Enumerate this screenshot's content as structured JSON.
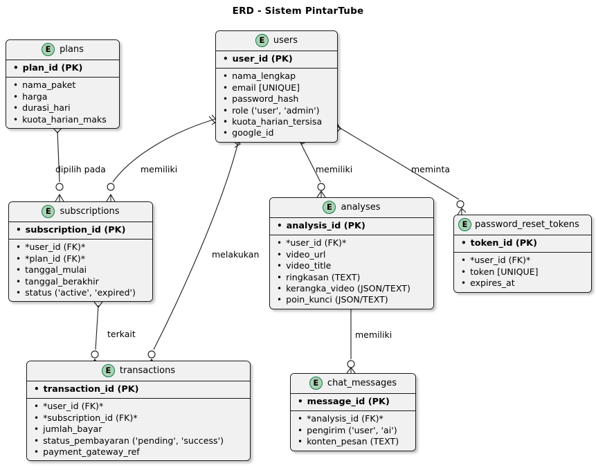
{
  "diagram": {
    "title": "ERD - Sistem PintarTube",
    "type": "entity-relationship-diagram",
    "notation": "crow's foot"
  },
  "colors": {
    "entity_header_bg": "#F1F1F1",
    "entity_border": "#181818",
    "icon_fill": "#ADD1B2",
    "icon_border": "#0B7A4B",
    "background": "#FFFFFF",
    "connector": "#222222"
  },
  "entities": [
    {
      "id": "plans",
      "icon": "E",
      "name": "plans",
      "pk": "plan_id (PK)",
      "attributes": [
        "nama_paket",
        "harga",
        "durasi_hari",
        "kuota_harian_maks"
      ]
    },
    {
      "id": "users",
      "icon": "E",
      "name": "users",
      "pk": "user_id (PK)",
      "attributes": [
        "nama_lengkap",
        "email [UNIQUE]",
        "password_hash",
        "role ('user', 'admin')",
        "kuota_harian_tersisa",
        "google_id"
      ]
    },
    {
      "id": "subscriptions",
      "icon": "E",
      "name": "subscriptions",
      "pk": "subscription_id (PK)",
      "attributes": [
        "*user_id (FK)*",
        "*plan_id (FK)*",
        "tanggal_mulai",
        "tanggal_berakhir",
        "status ('active', 'expired')"
      ]
    },
    {
      "id": "analyses",
      "icon": "E",
      "name": "analyses",
      "pk": "analysis_id (PK)",
      "attributes": [
        "*user_id (FK)*",
        "video_url",
        "video_title",
        "ringkasan (TEXT)",
        "kerangka_video (JSON/TEXT)",
        "poin_kunci (JSON/TEXT)"
      ]
    },
    {
      "id": "password_reset_tokens",
      "icon": "E",
      "name": "password_reset_tokens",
      "pk": "token_id (PK)",
      "attributes": [
        "*user_id (FK)*",
        "token [UNIQUE]",
        "expires_at"
      ]
    },
    {
      "id": "transactions",
      "icon": "E",
      "name": "transactions",
      "pk": "transaction_id (PK)",
      "attributes": [
        "*user_id (FK)*",
        "*subscription_id (FK)*",
        "jumlah_bayar",
        "status_pembayaran ('pending', 'success')",
        "payment_gateway_ref"
      ]
    },
    {
      "id": "chat_messages",
      "icon": "E",
      "name": "chat_messages",
      "pk": "message_id (PK)",
      "attributes": [
        "*analysis_id (FK)*",
        "pengirim ('user', 'ai')",
        "konten_pesan (TEXT)"
      ]
    }
  ],
  "relationships": [
    {
      "id": "r1",
      "label": "dipilih pada",
      "from": "plans",
      "to": "subscriptions"
    },
    {
      "id": "r2",
      "label": "memiliki",
      "from": "users",
      "to": "subscriptions"
    },
    {
      "id": "r3",
      "label": "memiliki",
      "from": "users",
      "to": "analyses"
    },
    {
      "id": "r4",
      "label": "meminta",
      "from": "users",
      "to": "password_reset_tokens"
    },
    {
      "id": "r5",
      "label": "melakukan",
      "from": "users",
      "to": "transactions"
    },
    {
      "id": "r6",
      "label": "terkait",
      "from": "subscriptions",
      "to": "transactions"
    },
    {
      "id": "r7",
      "label": "memiliki",
      "from": "analyses",
      "to": "chat_messages"
    }
  ]
}
